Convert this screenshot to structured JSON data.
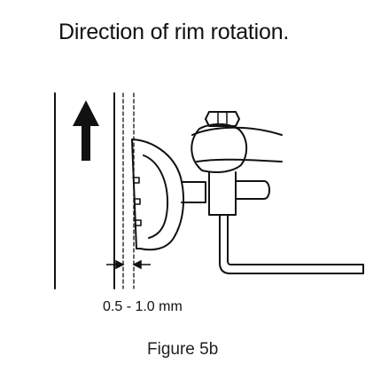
{
  "title": "Direction of rim rotation.",
  "dimension_label": "0.5 - 1.0 mm",
  "caption": "Figure 5b",
  "colors": {
    "stroke": "#111111",
    "background": "#ffffff"
  },
  "icons": [
    "up-arrow-icon"
  ]
}
